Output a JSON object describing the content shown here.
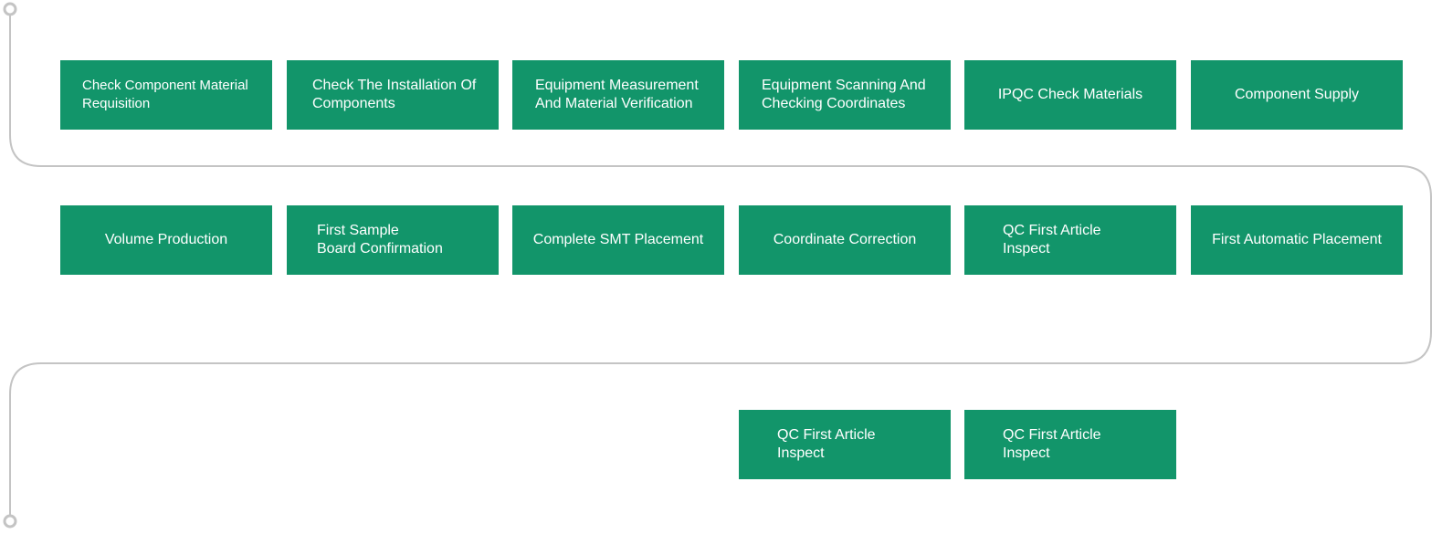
{
  "colors": {
    "box": "#12956a",
    "text": "#ffffff",
    "line": "#c4c4c4"
  },
  "rows": [
    {
      "steps": [
        {
          "label": "Check Component Material\nRequisition"
        },
        {
          "label": "Check The Installation Of\nComponents"
        },
        {
          "label": "Equipment Measurement\nAnd Material Verification"
        },
        {
          "label": "Equipment Scanning And\nChecking Coordinates"
        },
        {
          "label": "IPQC Check Materials"
        },
        {
          "label": "Component Supply"
        }
      ]
    },
    {
      "steps": [
        {
          "label": "Volume Production"
        },
        {
          "label": "First Sample\nBoard Confirmation"
        },
        {
          "label": "Complete SMT Placement"
        },
        {
          "label": "Coordinate Correction"
        },
        {
          "label": "QC First Article\nInspect"
        },
        {
          "label": "First Automatic Placement"
        }
      ]
    },
    {
      "steps": [
        {
          "label": "QC First Article\nInspect"
        },
        {
          "label": "QC First Article\nInspect"
        }
      ]
    }
  ]
}
